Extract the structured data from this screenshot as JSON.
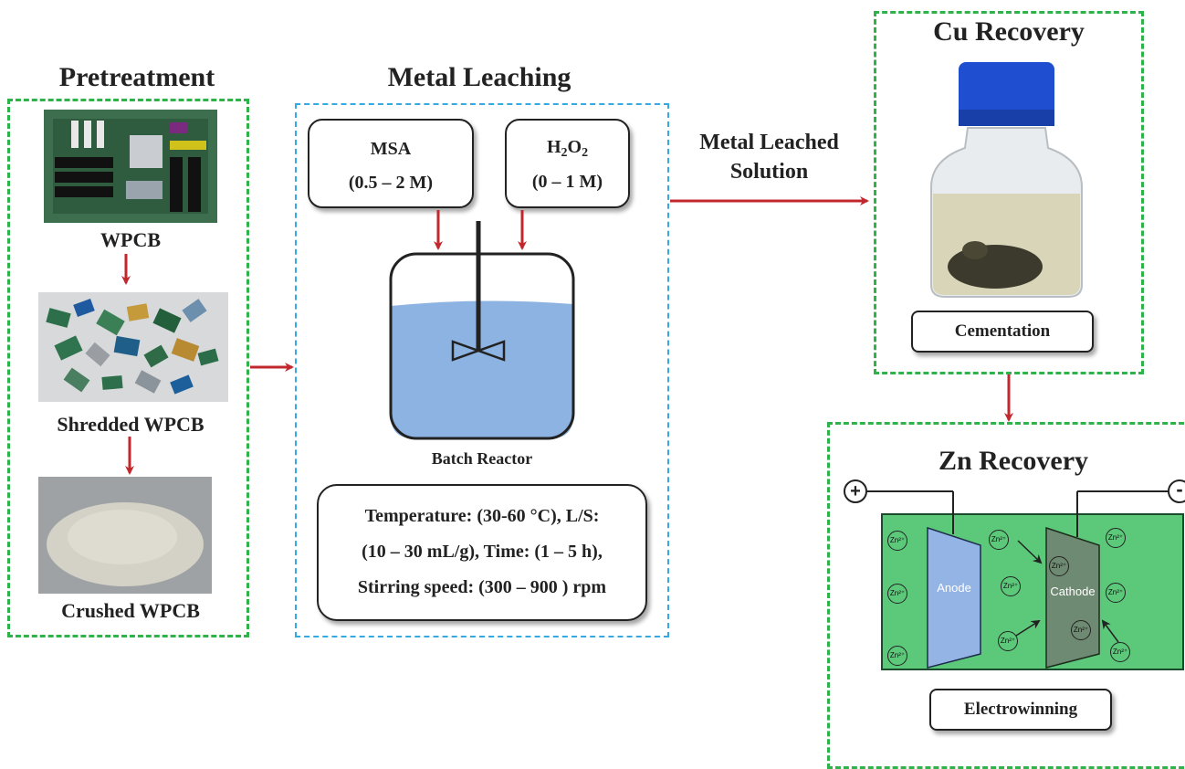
{
  "pretreatment": {
    "title": "Pretreatment",
    "items": [
      "WPCB",
      "Shredded  WPCB",
      "Crushed  WPCB"
    ]
  },
  "leaching": {
    "title": "Metal Leaching",
    "msa": {
      "name": "MSA",
      "range": "(0.5 – 2 M)"
    },
    "h2o2": {
      "h": "H",
      "sub1": "2",
      "o": "O",
      "sub2": "2",
      "range": "(0 – 1 M)"
    },
    "reactor_label": "Batch Reactor",
    "conditions": [
      "Temperature:  (30-60 °C), L/S:",
      "(10 – 30  mL/g), Time:  (1 – 5  h),",
      "Stirring speed:  (300 – 900 ) rpm"
    ]
  },
  "flow_label": [
    "Metal Leached",
    "Solution"
  ],
  "cu": {
    "title": "Cu Recovery",
    "process": "Cementation"
  },
  "zn": {
    "title": "Zn Recovery",
    "process": "Electrowinning",
    "plus": "+",
    "minus": "-",
    "anode": "Anode",
    "cathode": "Cathode",
    "ion": "Zn²⁺"
  },
  "colors": {
    "green_dash": "#2db34a",
    "blue_dash": "#36a9e1",
    "arrow": "#c0282d",
    "liquid": "#8db3e2",
    "cell": "#5cc87a"
  }
}
